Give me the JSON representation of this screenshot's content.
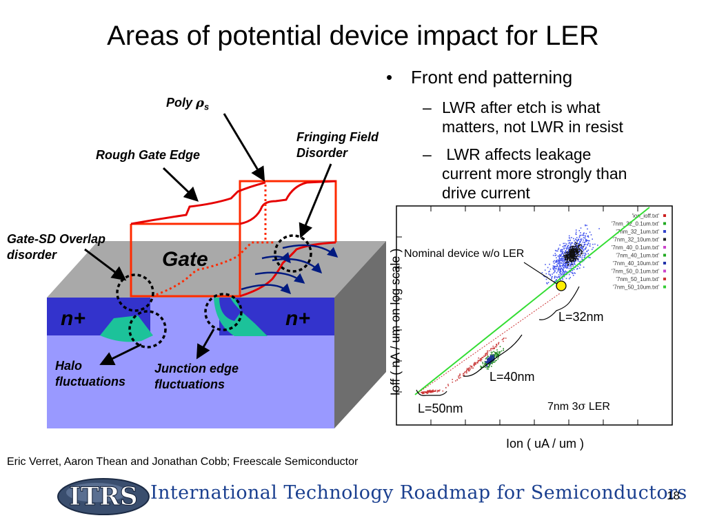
{
  "slide": {
    "title": "Areas of potential device impact for LER",
    "bullet_marker": "•",
    "bullet": "Front end patterning",
    "subbullets": [
      {
        "marker": "–",
        "lines": [
          "LWR after etch is what",
          "matters, not LWR in resist"
        ]
      },
      {
        "marker": "–",
        "lines": [
          " LWR affects leakage",
          "current more strongly than",
          "drive current"
        ]
      }
    ],
    "credit": "Eric Verret, Aaron Thean and Jonathan Cobb; Freescale Semiconductor",
    "page_number": "18"
  },
  "footer": {
    "logo_text": "ITRS",
    "org_name": "International Technology Roadmap for Semiconductors"
  },
  "diagram": {
    "labels": {
      "poly_prefix": "Poly ",
      "poly_rho": "ρ",
      "poly_sub": "s",
      "rough_gate_edge": "Rough Gate Edge",
      "fringing_field_line1": "Fringing Field",
      "fringing_field_line2": "Disorder",
      "gate_sd_line1": "Gate-SD Overlap",
      "gate_sd_line2": "disorder",
      "gate": "Gate",
      "n_plus_left": "n+",
      "n_plus_right": "n+",
      "halo_line1": "Halo",
      "halo_line2": "fluctuations",
      "junction_line1": "Junction edge",
      "junction_line2": "fluctuations"
    },
    "colors": {
      "gate_outline": "#ff2a00",
      "silicon": "#9999ff",
      "n_plus": "#3333cc",
      "halo": "#1cc29a",
      "top_surface": "#a9a9a9"
    }
  },
  "chart_data": {
    "type": "scatter",
    "xlabel": "Ion ( uA / um )",
    "ylabel": "Ioff ( nA / um on log scale )",
    "y_scale": "log",
    "legend": [
      "'ion_ioff.txt'",
      "'7nm_32_0.1um.txt'",
      "'7nm_32_1um.txt'",
      "'7nm_32_10um.txt'",
      "'7nm_40_0.1um.txt'",
      "'7nm_40_1um.txt'",
      "'7nm_40_10um.txt'",
      "'7nm_50_0.1um.txt'",
      "'7nm_50_1um.txt'",
      "'7nm_50_10um.txt'"
    ],
    "legend_position": "top-right",
    "annotations": {
      "nominal": "Nominal device w/o LER",
      "l32": "L=32nm",
      "l40": "L=40nm",
      "l50": "L=50nm",
      "ler_prefix": "7nm 3",
      "ler_sigma": "σ",
      "ler_suffix": " LER"
    },
    "colors": {
      "l32_cloud": "#4455ee",
      "l40_cloud": "#228b22",
      "trend": "#33dd33",
      "nominal_marker": "#ffee00"
    }
  }
}
